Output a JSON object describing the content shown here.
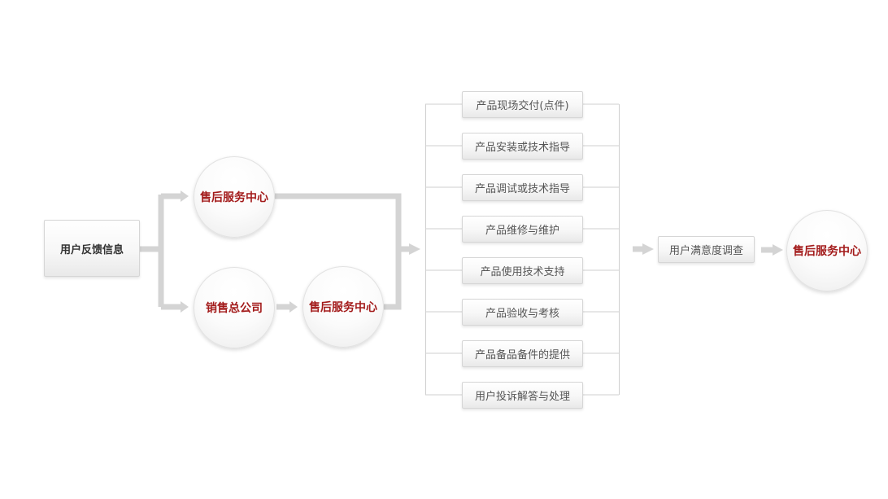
{
  "source": {
    "label": "用户反馈信息"
  },
  "nodes": {
    "service_center_top": "售后服务中心",
    "sales_hq": "销售总公司",
    "service_center_mid": "售后服务中心",
    "survey": "用户满意度调查",
    "service_center_final": "售后服务中心"
  },
  "services": [
    "产品现场交付(点件)",
    "产品安装或技术指导",
    "产品调试或技术指导",
    "产品维修与维护",
    "产品使用技术支持",
    "产品验收与考核",
    "产品备品备件的提供",
    "用户投诉解答与处理"
  ],
  "colors": {
    "accent_red": "#a31b1b",
    "connector_gray": "#d4d4d4",
    "bracket_gray": "#cfcfcf"
  }
}
